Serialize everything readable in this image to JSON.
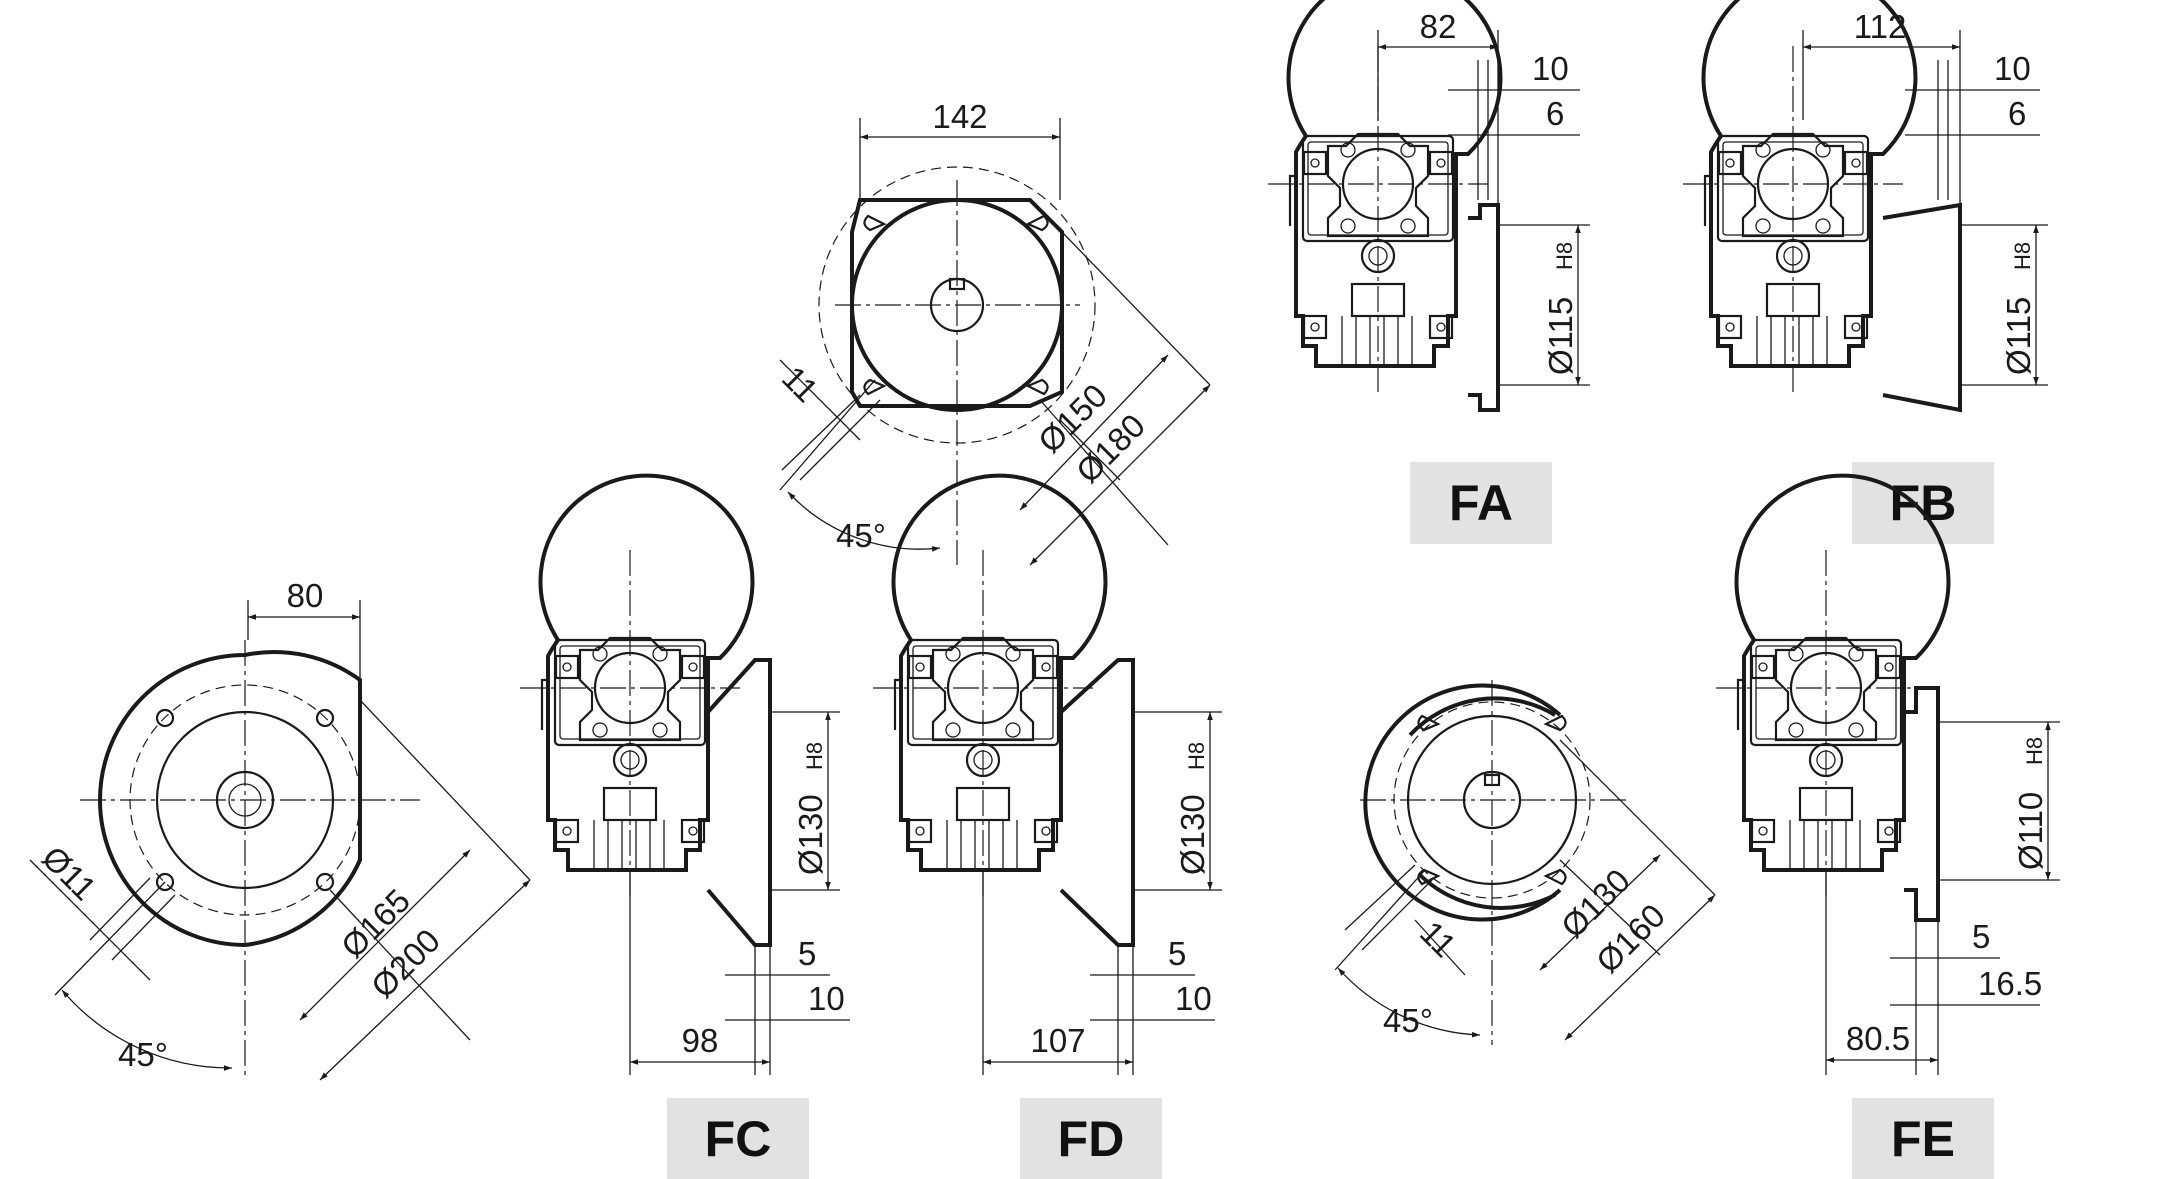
{
  "top_flange": {
    "width": "142",
    "slot": "11",
    "bolt_circle": "Ø150",
    "outer_dia": "Ø180",
    "angle": "45°"
  },
  "views": {
    "FA": {
      "label": "FA",
      "top_dim": "82",
      "d1": "10",
      "d2": "6",
      "bore": "Ø115",
      "tol": "H8"
    },
    "FB": {
      "label": "FB",
      "top_dim": "112",
      "d1": "10",
      "d2": "6",
      "bore": "Ø115",
      "tol": "H8"
    },
    "FC": {
      "label": "FC",
      "bore": "Ø130",
      "tol": "H8",
      "d1": "5",
      "d2": "10",
      "bottom_dim": "98"
    },
    "FD": {
      "label": "FD",
      "bore": "Ø130",
      "tol": "H8",
      "d1": "5",
      "d2": "10",
      "bottom_dim": "107"
    },
    "FE": {
      "label": "FE",
      "bore": "Ø110",
      "tol": "H8",
      "d1": "5",
      "d2": "16.5",
      "bottom_dim": "80.5"
    }
  },
  "left_flange": {
    "width": "80",
    "slot": "Ø11",
    "bolt_circle": "Ø165",
    "outer_dia": "Ø200",
    "angle": "45°"
  },
  "right_flange": {
    "slot": "11",
    "bolt_circle": "Ø130",
    "outer_dia": "Ø160",
    "angle": "45°"
  }
}
